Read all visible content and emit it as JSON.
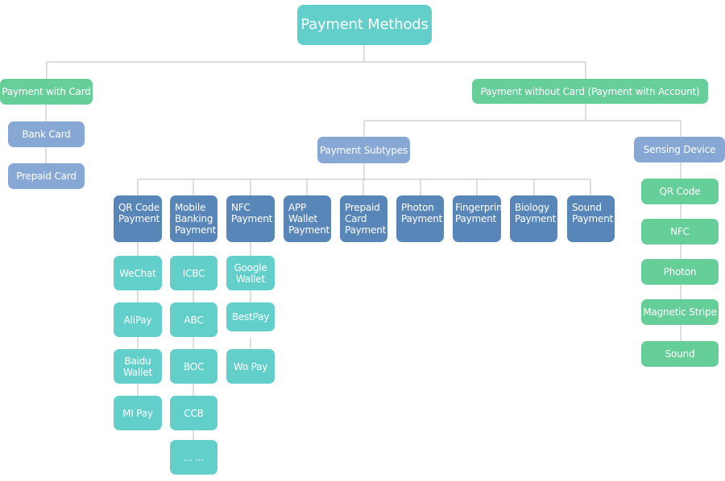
{
  "root": {
    "label": "Payment Methods"
  },
  "branches": {
    "with_card": {
      "label": "Payment with Card",
      "children": [
        "Bank Card",
        "Prepaid Card"
      ]
    },
    "without_card": {
      "label": "Payment without Card (Payment with Account)",
      "subtypes": {
        "label": "Payment Subtypes",
        "items": [
          {
            "label": "QR Code Payment",
            "children": [
              "WeChat",
              "AliPay",
              "Baidu Wallet",
              "MI Pay"
            ]
          },
          {
            "label": "Mobile Banking Payment",
            "children": [
              "ICBC",
              "ABC",
              "BOC",
              "CCB",
              "... ..."
            ]
          },
          {
            "label": "NFC Payment",
            "children": [
              "Google Wallet",
              "BestPay",
              "Wo Pay"
            ]
          },
          {
            "label": "APP Wallet Payment",
            "children": []
          },
          {
            "label": "Prepaid Card Payment",
            "children": []
          },
          {
            "label": "Photon Payment",
            "children": []
          },
          {
            "label": "Fingerprint Payment",
            "children": []
          },
          {
            "label": "Biology Payment",
            "children": []
          },
          {
            "label": "Sound Payment",
            "children": []
          }
        ]
      },
      "sensing": {
        "label": "Sensing Device",
        "children": [
          "QR Code",
          "NFC",
          "Photon",
          "Magnetic Stripe",
          "Sound"
        ]
      }
    }
  },
  "colors": {
    "teal": "#63cfca",
    "green": "#66ce99",
    "light_blue": "#87a8d5",
    "dark_blue": "#5886b9",
    "connector": "#bdbdbd"
  }
}
